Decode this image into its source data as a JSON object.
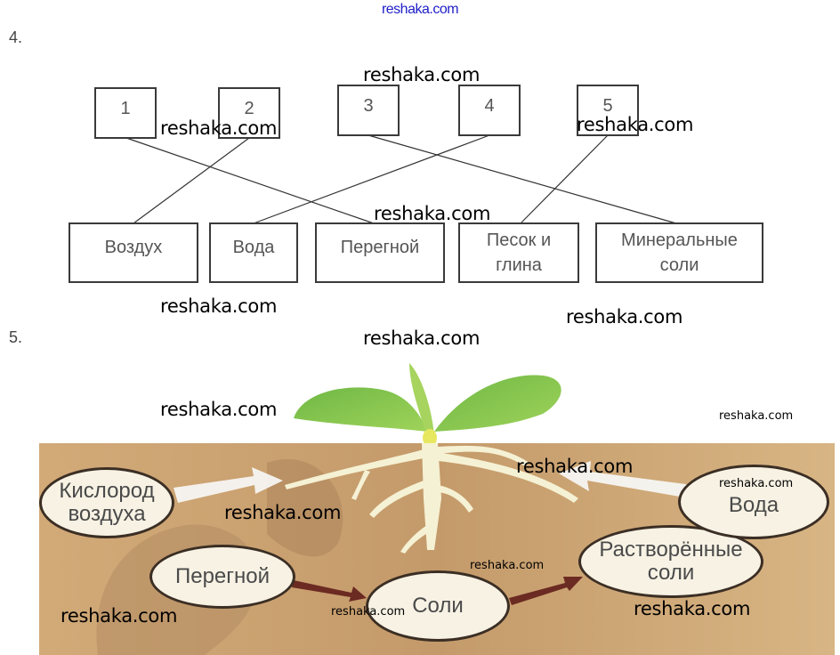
{
  "header": {
    "site_link": "reshaka.com"
  },
  "task4": {
    "number": "4.",
    "top_boxes": [
      "1",
      "2",
      "3",
      "4",
      "5"
    ],
    "bottom_boxes": [
      {
        "line1": "Воздух",
        "line2": ""
      },
      {
        "line1": "Вода",
        "line2": ""
      },
      {
        "line1": "Перегной",
        "line2": ""
      },
      {
        "line1": "Песок и",
        "line2": "глина"
      },
      {
        "line1": "Минеральные",
        "line2": "соли"
      }
    ],
    "connections": [
      {
        "from": "1",
        "to": "Перегной"
      },
      {
        "from": "2",
        "to": "Воздух"
      },
      {
        "from": "3",
        "to": "Минеральные соли"
      },
      {
        "from": "4",
        "to": "Вода"
      },
      {
        "from": "5",
        "to": "Песок и глина"
      }
    ]
  },
  "task5": {
    "number": "5.",
    "ellipses": {
      "oxygen": {
        "line1": "Кислород",
        "line2": "воздуха"
      },
      "humus": {
        "line1": "Перегной"
      },
      "salts": {
        "line1": "Соли"
      },
      "dissolved": {
        "line1": "Растворённые",
        "line2": "соли"
      },
      "water": {
        "line1": "Вода"
      }
    },
    "arrows": [
      {
        "from": "Кислород воздуха",
        "to": "root",
        "style": "white"
      },
      {
        "from": "Вода",
        "to": "root",
        "style": "white"
      },
      {
        "from": "Перегной",
        "to": "Соли",
        "style": "dark-red"
      },
      {
        "from": "Соли",
        "to": "Растворённые соли",
        "style": "dark-red"
      }
    ],
    "colors": {
      "soil": "#c9a070",
      "soil_dark": "#a98157",
      "leaf": "#7cc24a",
      "root": "#f4f0d0",
      "arrow_dark": "#6b2a22"
    }
  },
  "watermarks": [
    "reshaka.com",
    "reshaka.com",
    "reshaka.com",
    "reshaka.com",
    "reshaka.com",
    "reshaka.com",
    "reshaka.com",
    "reshaka.com",
    "reshaka.com",
    "reshaka.com",
    "reshaka.com",
    "reshaka.com",
    "reshaka.com",
    "reshaka.com",
    "reshaka.com"
  ]
}
